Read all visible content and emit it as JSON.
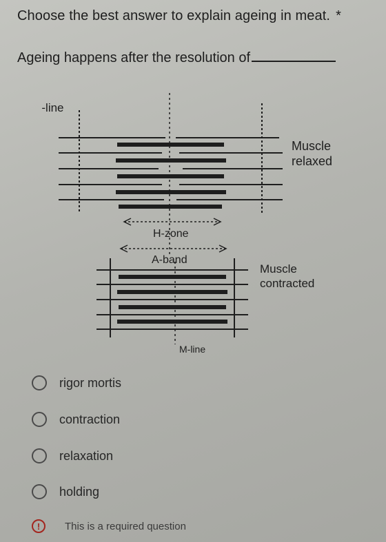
{
  "question": {
    "title": "Choose the best answer to explain ageing in meat.",
    "required_marker": "*",
    "prompt": "Ageing happens after the resolution of"
  },
  "diagram": {
    "z_line": "Z-line",
    "relaxed_line1": "Muscle",
    "relaxed_line2": "relaxed",
    "h_zone": "H-zone",
    "a_band": "A-band",
    "contracted_line1": "Muscle",
    "contracted_line2": "contracted",
    "m_line": "M-line"
  },
  "options": [
    {
      "label": "rigor mortis",
      "selected": false
    },
    {
      "label": "contraction",
      "selected": false
    },
    {
      "label": "relaxation",
      "selected": false
    },
    {
      "label": "holding",
      "selected": false
    }
  ],
  "validation": {
    "icon": "error-icon",
    "message": "This is a required question",
    "color": "#a3261f"
  }
}
